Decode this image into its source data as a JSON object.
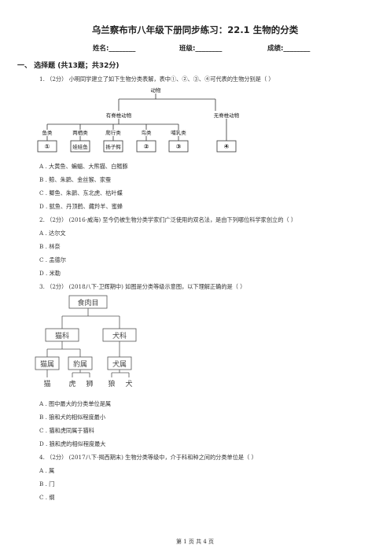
{
  "title": "乌兰察布市八年级下册同步练习：22.1 生物的分类",
  "info": {
    "name": "姓名:________",
    "class": "班级:________",
    "score": "成绩:________"
  },
  "section": "一、 选择题 (共13题；共32分)",
  "q1": {
    "stem": "1.  （2分）  小明同学建立了如下生物分类表解，表中①、②、③、④可代表的生物分别是（     ）",
    "diagram": {
      "root": "动物",
      "left": "有脊椎动物",
      "right": "无脊椎动物",
      "labels": [
        "鱼类",
        "两栖类",
        "爬行类",
        "鸟类",
        "哺乳类"
      ],
      "boxes": [
        "①",
        "娃娃鱼",
        "扬子鳄",
        "②",
        "③",
        "④"
      ]
    },
    "options": [
      "A . 大黄鱼、蝙蝠、大熊猫、白鳍豚",
      "B . 鲸、朱鹮、金丝猴、家蚕",
      "C . 鲫鱼、朱鹮、东北虎、枯叶蝶",
      "D . 鱿鱼、丹顶鹤、藏羚羊、蜜蜂"
    ]
  },
  "q2": {
    "stem": "2.  （2分）  (2016·威海) 至今仍被生物分类学家们广泛使用的双名法，是由下列哪位科学家创立的（     ）",
    "options": [
      "A . 达尔文",
      "B . 林奈",
      "C . 孟德尔",
      "D . 米勒"
    ]
  },
  "q3": {
    "stem": "3.  （2分）  (2018八下·卫辉期中) 如图是分类等级示意图，以下理解正确的是（     ）",
    "diagram": {
      "root": "食肉目",
      "families": [
        "猫科",
        "犬科"
      ],
      "genera": [
        "猫属",
        "豹属",
        "犬属"
      ],
      "species": [
        "猫",
        "虎",
        "狮",
        "狼",
        "犬"
      ]
    },
    "options": [
      "A . 图中最大的分类单位是属",
      "B . 狼和犬的相似程度最小",
      "C . 猫和虎同属于猫科",
      "D . 狼和虎的相似程度最大"
    ]
  },
  "q4": {
    "stem": "4.  （2分）  (2017八下·揭西期末) 生物分类等级中，介于科和种之间的分类单位是（     ）",
    "options": [
      "A . 属",
      "B . 门",
      "C . 纲"
    ]
  },
  "footer": "第 1 页 共 4 页"
}
